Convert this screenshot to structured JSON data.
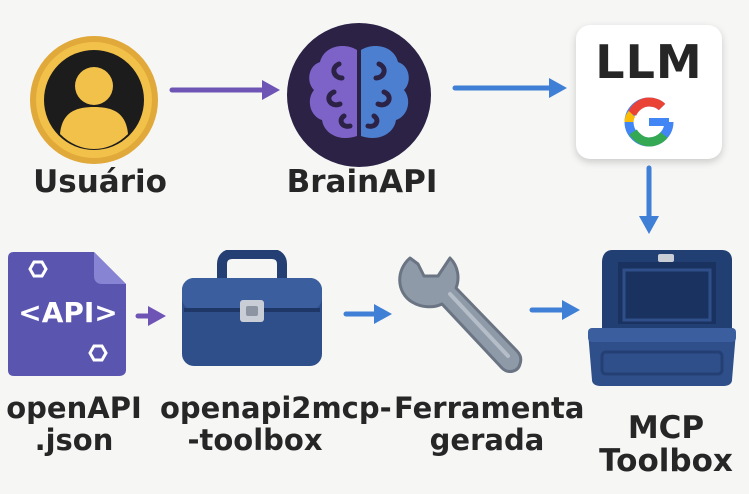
{
  "nodes": {
    "usuario": {
      "label": "Usuário"
    },
    "brainapi": {
      "label": "BrainAPI"
    },
    "llm": {
      "text": "LLM",
      "google_letter": "G"
    },
    "openapi": {
      "badge": "<API>",
      "label_lines": [
        "openAPI",
        ".json"
      ]
    },
    "openapi2mcp": {
      "label_lines": [
        "openapi2mcp-",
        "-toolbox"
      ]
    },
    "ferramenta": {
      "label_lines": [
        "Ferramenta",
        "gerada"
      ]
    },
    "mcp_toolbox": {
      "label_lines": [
        "MCP",
        "Toolbox"
      ]
    }
  },
  "colors": {
    "arrow_purple": "#6e55b5",
    "arrow_blue": "#3f7fd6",
    "toolbox_blue": "#2f4f8a",
    "user_yellow": "#f2c14a",
    "brain_bg": "#2b2246",
    "brain_purple": "#7d62c7",
    "brain_blue": "#4d7fd0",
    "doc_purple": "#5a56b0",
    "wrench_gray": "#8f9aa8",
    "google_blue": "#4285F4",
    "google_red": "#EA4335",
    "google_yellow": "#FBBC05",
    "google_green": "#34A853"
  }
}
